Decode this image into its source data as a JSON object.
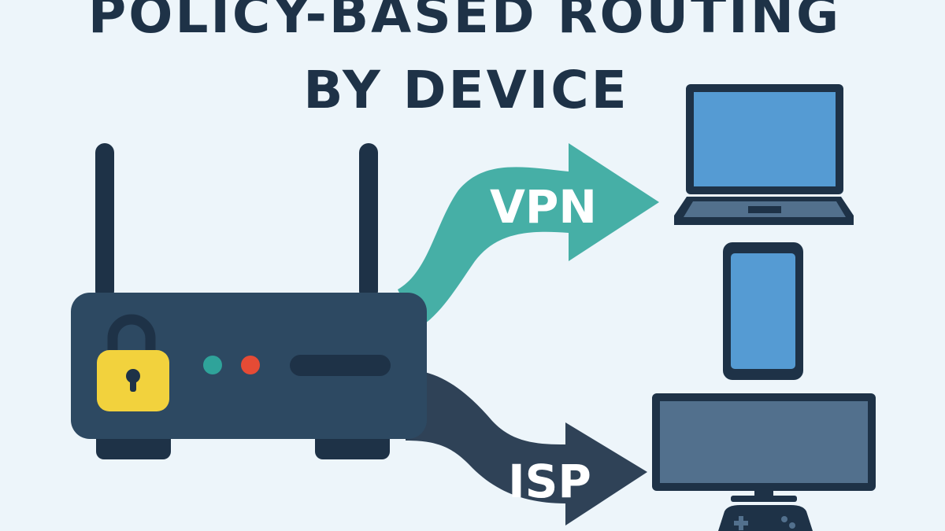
{
  "title": {
    "line1": "POLICY-BASED ROUTING",
    "line2": "BY DEVICE"
  },
  "routes": {
    "vpn": {
      "label": "VPN",
      "color": "#46AFA6"
    },
    "isp": {
      "label": "ISP",
      "color": "#2F4257"
    }
  },
  "colors": {
    "background": "#EDF5FA",
    "dark": "#1E3247",
    "router_body": "#2D4962",
    "lock": "#F2D23D",
    "led_teal": "#2FA39A",
    "led_red": "#E54B35",
    "screen_blue": "#559BD3",
    "monitor_screen": "#52708D"
  },
  "icons": {
    "router": "router-icon",
    "lock": "padlock-icon",
    "laptop": "laptop-icon",
    "phone": "smartphone-icon",
    "monitor": "monitor-icon",
    "gamepad": "gamepad-icon"
  }
}
